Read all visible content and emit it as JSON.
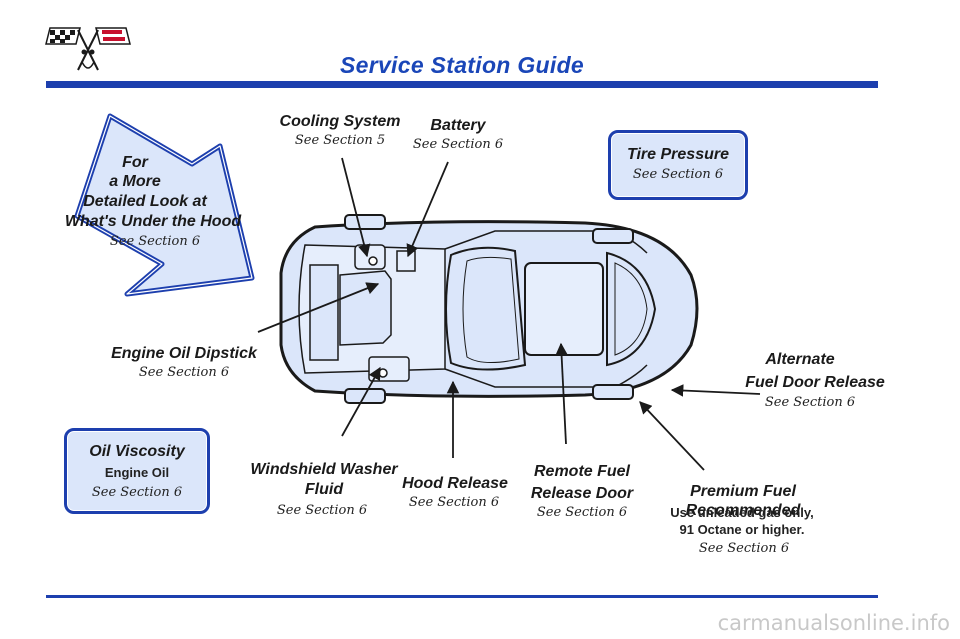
{
  "page": {
    "title": "Service Station Guide"
  },
  "callout": {
    "line1": "For",
    "line2": "a More",
    "line3": "Detailed Look at",
    "line4": "What's Under the Hood",
    "ref": "See Section 6"
  },
  "labels": {
    "cooling": {
      "title": "Cooling System",
      "ref": "See Section 5"
    },
    "battery": {
      "title": "Battery",
      "ref": "See Section 6"
    },
    "tire": {
      "title": "Tire Pressure",
      "ref": "See Section 6"
    },
    "dipstick": {
      "title": "Engine Oil Dipstick",
      "ref": "See Section 6"
    },
    "alt_fuel": {
      "line1": "Alternate",
      "line2": "Fuel Door Release",
      "ref": "See Section 6"
    },
    "oil": {
      "title": "Oil Viscosity",
      "sub": "Engine Oil",
      "ref": "See Section 6"
    },
    "washer": {
      "line1": "Windshield Washer",
      "line2": "Fluid",
      "ref": "See Section 6"
    },
    "hood": {
      "title": "Hood Release",
      "ref": "See Section 6"
    },
    "remote_fuel": {
      "line1": "Remote Fuel",
      "line2": "Release Door",
      "ref": "See Section 6"
    },
    "premium": {
      "title": "Premium Fuel Recommended",
      "sub1": "Use unleaded gas only,",
      "sub2": "91 Octane or higher.",
      "ref": "See Section 6"
    }
  },
  "watermark": "carmanualsonline.info",
  "colors": {
    "accent": "#1d3fae",
    "body_fill": "#dbe6fa"
  }
}
